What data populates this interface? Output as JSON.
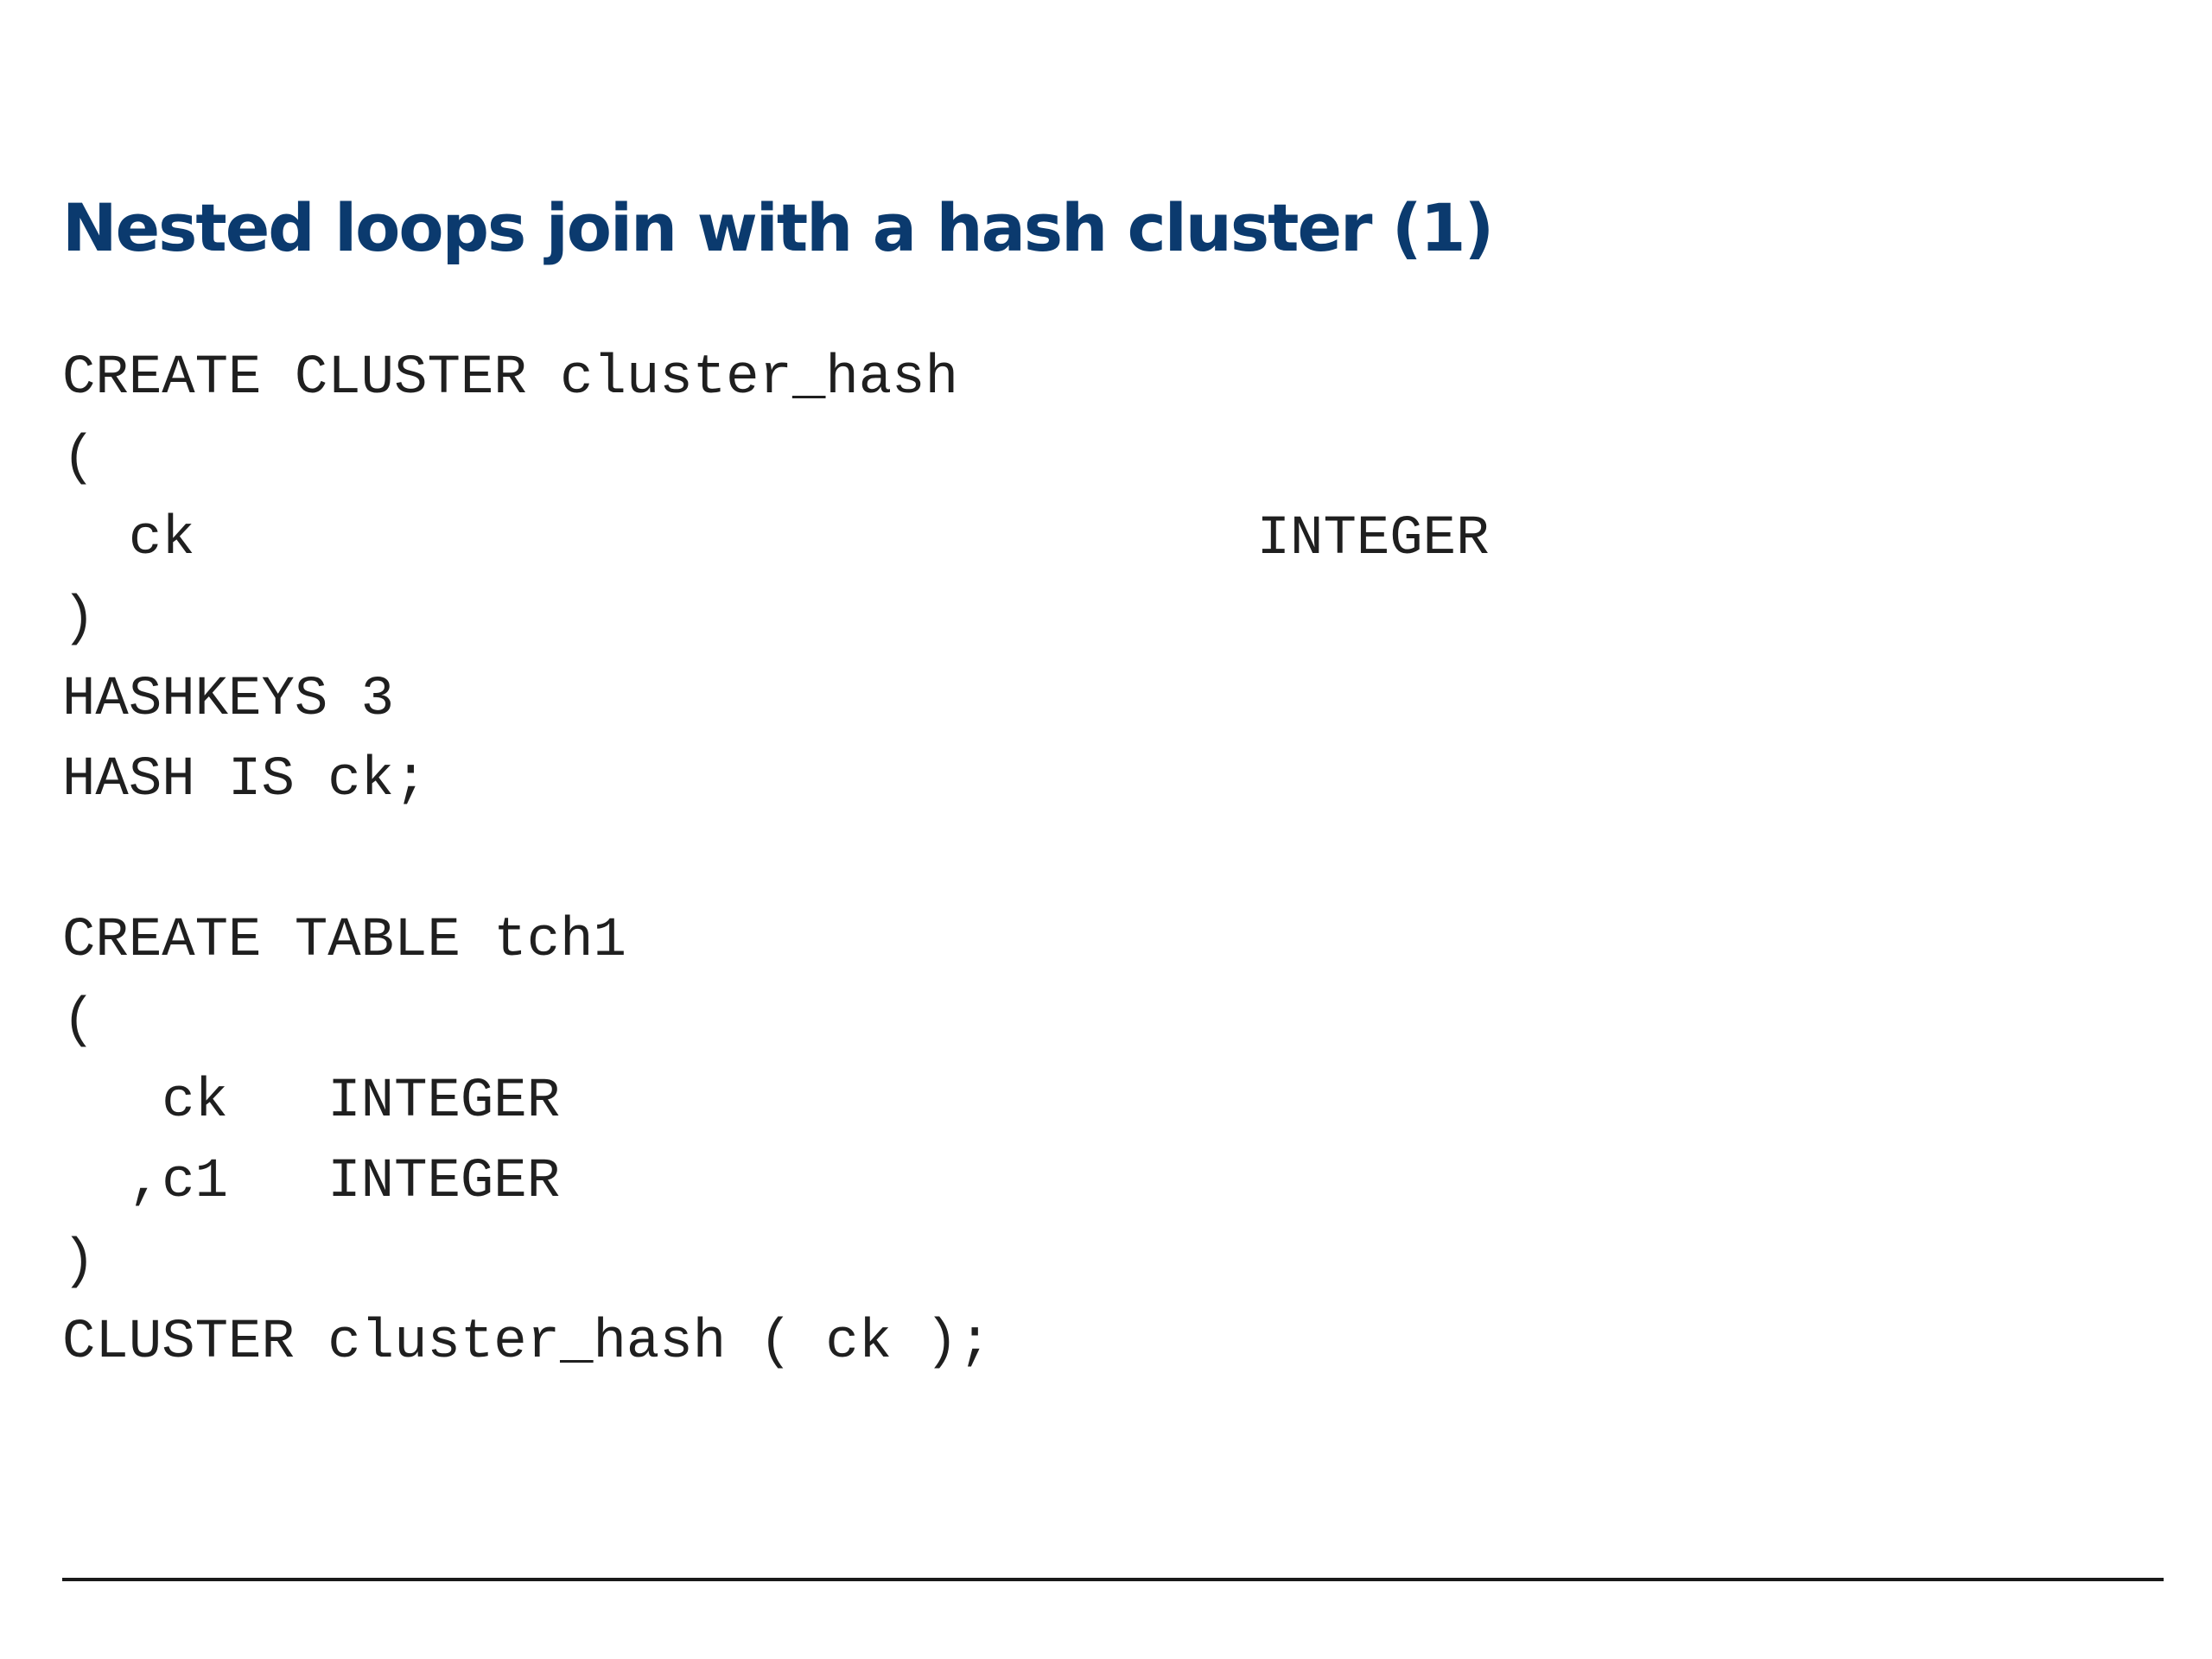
{
  "slide": {
    "title": "Nested loops join with a hash cluster (1)",
    "code_lines": [
      "CREATE CLUSTER cluster_hash",
      "(",
      "  ck                                INTEGER",
      ")",
      "HASHKEYS 3",
      "HASH IS ck;",
      "",
      "CREATE TABLE tch1",
      "(",
      "   ck   INTEGER",
      "  ,c1   INTEGER",
      ")",
      "CLUSTER cluster_hash ( ck );"
    ]
  }
}
